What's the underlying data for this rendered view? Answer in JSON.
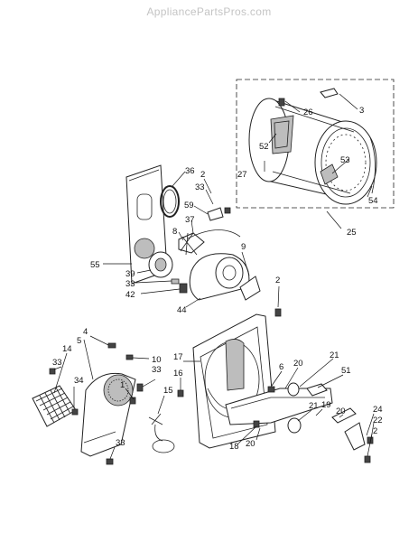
{
  "watermark": "AppliancePartsPros.com",
  "callouts": {
    "c3": "3",
    "c26": "26",
    "c52": "52",
    "c27": "27",
    "c53": "53",
    "c54": "54",
    "c25": "25",
    "c36": "36",
    "c2a": "2",
    "c33a": "33",
    "c59": "59",
    "c37": "37",
    "c8": "8",
    "c9": "9",
    "c55": "55",
    "c39": "39",
    "c33b": "33",
    "c42": "42",
    "c44": "44",
    "c2b": "2",
    "c4": "4",
    "c5": "5",
    "c10": "10",
    "c17": "17",
    "c14": "14",
    "c33c": "33",
    "c34": "34",
    "c33d": "33",
    "c1": "1",
    "c16": "16",
    "c15": "15",
    "c6": "6",
    "c20a": "20",
    "c21a": "21",
    "c51": "51",
    "c21b": "21",
    "c19": "19",
    "c20b": "20",
    "c24": "24",
    "c22": "22",
    "c2c": "2",
    "c18": "18",
    "c20c": "20",
    "c33e": "33"
  }
}
